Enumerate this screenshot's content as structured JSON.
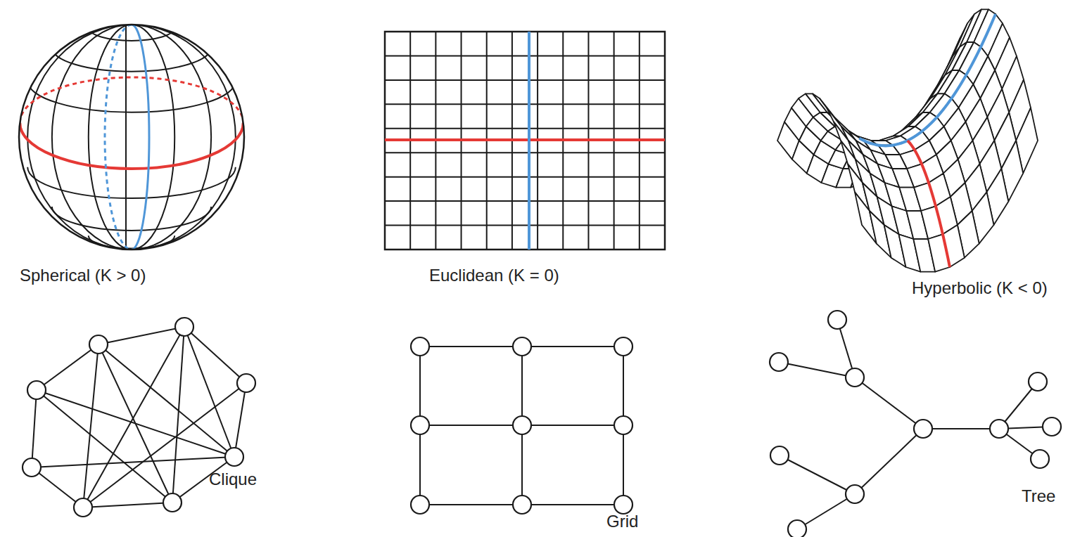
{
  "diagram": {
    "labels": [
      "Spherical (K > 0)",
      "Euclidean (K = 0)",
      "Hyperbolic (K < 0)",
      "Clique",
      "Grid",
      "Tree"
    ]
  }
}
